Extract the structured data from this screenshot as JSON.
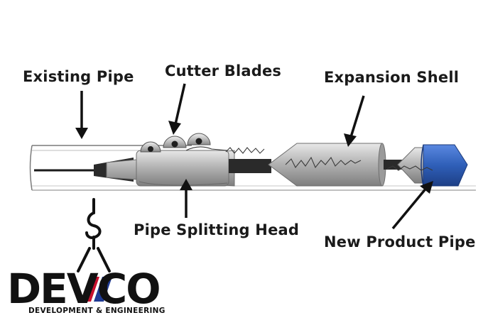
{
  "labels": {
    "existing_pipe": "Existing Pipe",
    "cutter_blades": "Cutter Blades",
    "expansion_shell": "Expansion Shell",
    "pipe_splitting_head": "Pipe Splitting Head",
    "new_product_pipe": "New Product Pipe"
  },
  "logo": {
    "wordmark": "DEVCO",
    "tagline": "DEVELOPMENT & ENGINEERING",
    "accent_colors": [
      "#c8102e",
      "#1f3a93"
    ]
  },
  "colors": {
    "new_pipe": "#2f5fb8",
    "metal": "#b8b8b8",
    "dark": "#2a2a2a"
  },
  "icons": [
    "hook-icon"
  ]
}
